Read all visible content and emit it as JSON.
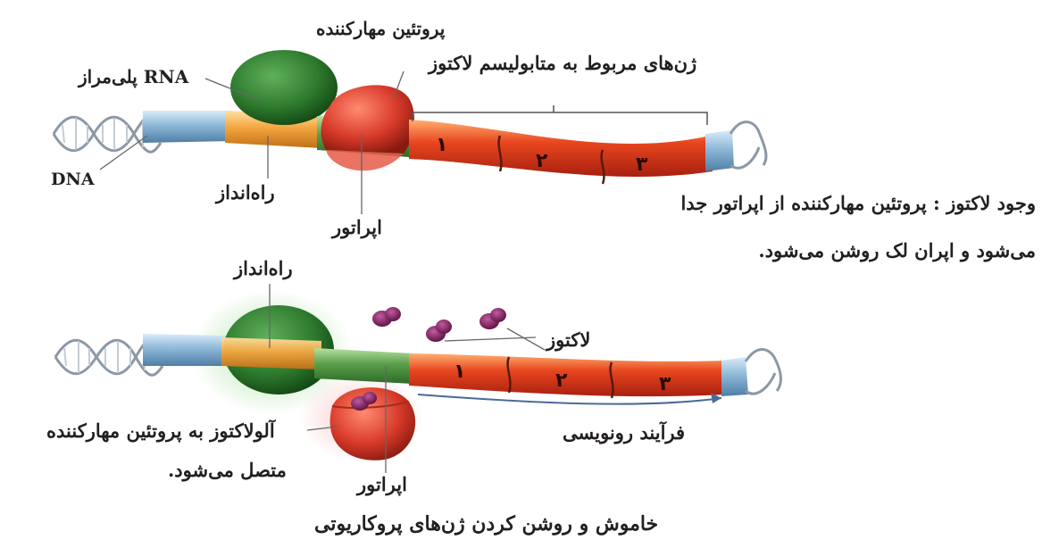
{
  "top": {
    "repressor_label": "پروتئین مهارکننده",
    "genes_label": "ژن‌های مربوط به متابولیسم لاکتوز",
    "rna_pol_en": "RNA",
    "rna_pol_fa": "پلی‌مراز",
    "dna_label": "DNA",
    "promoter_label": "راه‌انداز",
    "operator_label": "اپراتور",
    "gene_numbers": [
      "۱",
      "۲",
      "۳"
    ]
  },
  "note": {
    "line1": "وجود لاکتوز : پروتئین مهارکننده از اپراتور جدا",
    "line2": "می‌شود و اپران لک روشن می‌شود."
  },
  "bottom": {
    "promoter_label": "راه‌انداز",
    "lactose_label": "لاکتوز",
    "allolactose_line1": "آلولاکتوز به پروتئین مهارکننده",
    "allolactose_line2": "متصل می‌شود.",
    "transcription_label": "فرآیند رونویسی",
    "operator_label": "اپراتور",
    "gene_numbers": [
      "۱",
      "۲",
      "۳"
    ]
  },
  "caption": "خاموش و روشن کردن ژن‌های پروکاریوتی",
  "colors": {
    "dna_helix": "#a8b4c0",
    "blue_segment": "#8fb8d8",
    "promoter_orange": "#f4a640",
    "operator_green": "#5a9e4a",
    "gene_red": "#e8461e",
    "rna_polymerase": "#2e7a2e",
    "repressor": "#d83a2a",
    "lactose": "#7a1f5a"
  }
}
